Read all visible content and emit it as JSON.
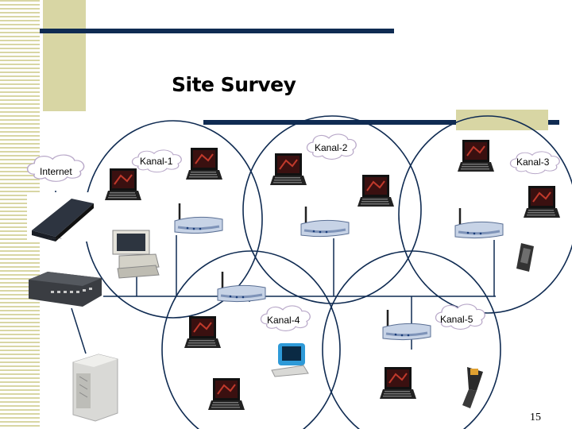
{
  "slide": {
    "title": "Site Survey",
    "page_number": "15"
  },
  "labels": {
    "internet": "Internet",
    "kanal_1": "Kanal-1",
    "kanal_2": "Kanal-2",
    "kanal_3": "Kanal-3",
    "kanal_4": "Kanal-4",
    "kanal_5": "Kanal-5"
  },
  "colors": {
    "accent_bar": "#0f2b52",
    "stripe": "#d8d6a4",
    "cell_circle": "#0f2b52"
  }
}
